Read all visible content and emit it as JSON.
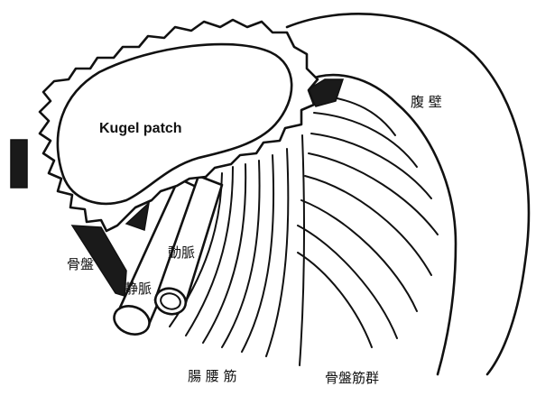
{
  "labels": {
    "kugel_patch": "Kugel patch",
    "abdominal_wall": "腹 壁",
    "iliopsoas": "腸 腰 筋",
    "pelvic_muscles": "骨盤筋群",
    "artery": "動脈",
    "vein": "静脈",
    "pelvis": "骨盤"
  }
}
